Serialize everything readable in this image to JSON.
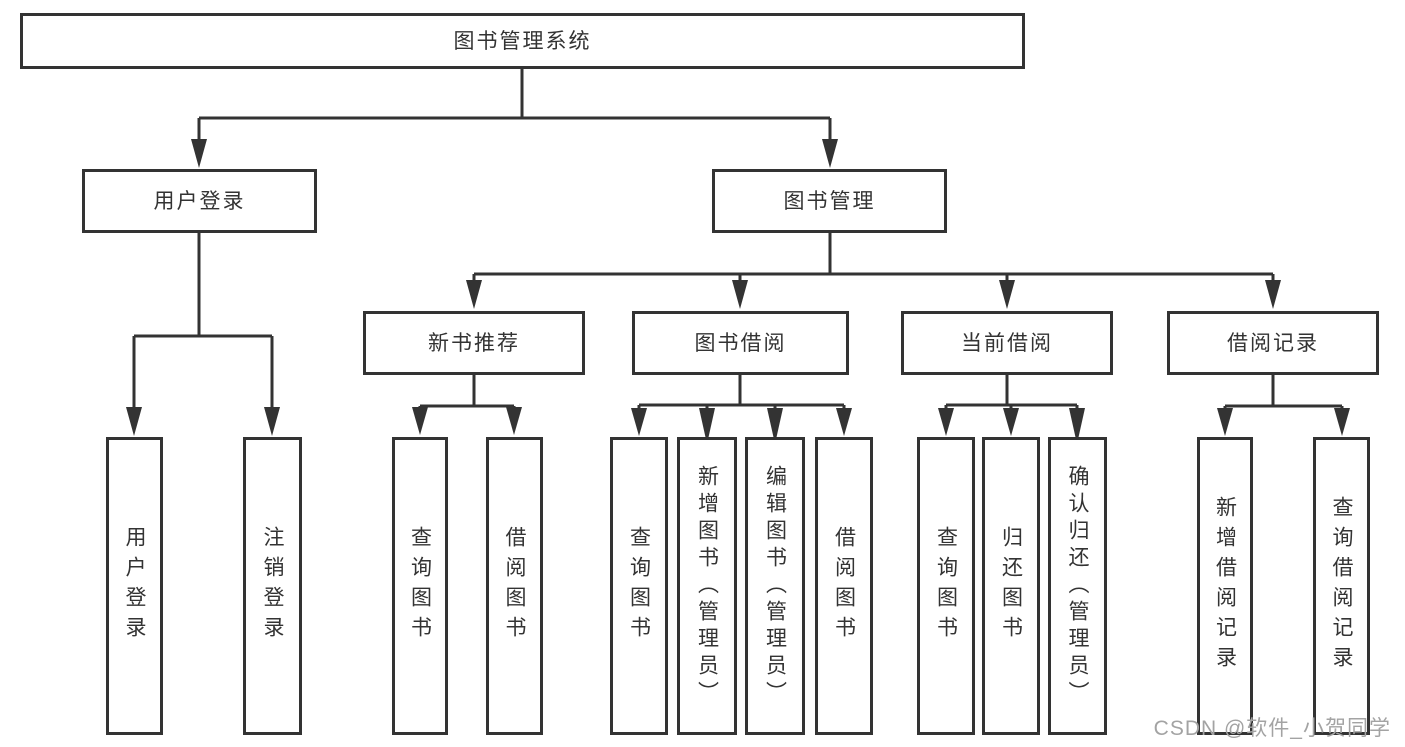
{
  "nodes": {
    "root": "图书管理系统",
    "user_login": "用户登录",
    "book_mgmt": "图书管理",
    "recommend": "新书推荐",
    "borrow": "图书借阅",
    "current": "当前借阅",
    "records": "借阅记录",
    "login": "用户登录",
    "logout": "注销登录",
    "nb_query": "查询图书",
    "nb_borrow": "借阅图书",
    "bb_query": "查询图书",
    "bb_add": "新增图书（管理员）",
    "bb_edit": "编辑图书（管理员）",
    "bb_borrow": "借阅图书",
    "cb_query": "查询图书",
    "cb_return": "归还图书",
    "cb_confirm": "确认归还（管理员）",
    "br_add": "新增借阅记录",
    "br_query": "查询借阅记录"
  },
  "colors": {
    "line": "#333333",
    "text": "#333333",
    "box_background": "#ffffff",
    "watermark": "#a3a3a3"
  },
  "watermark": "CSDN @软件_小贺同学"
}
